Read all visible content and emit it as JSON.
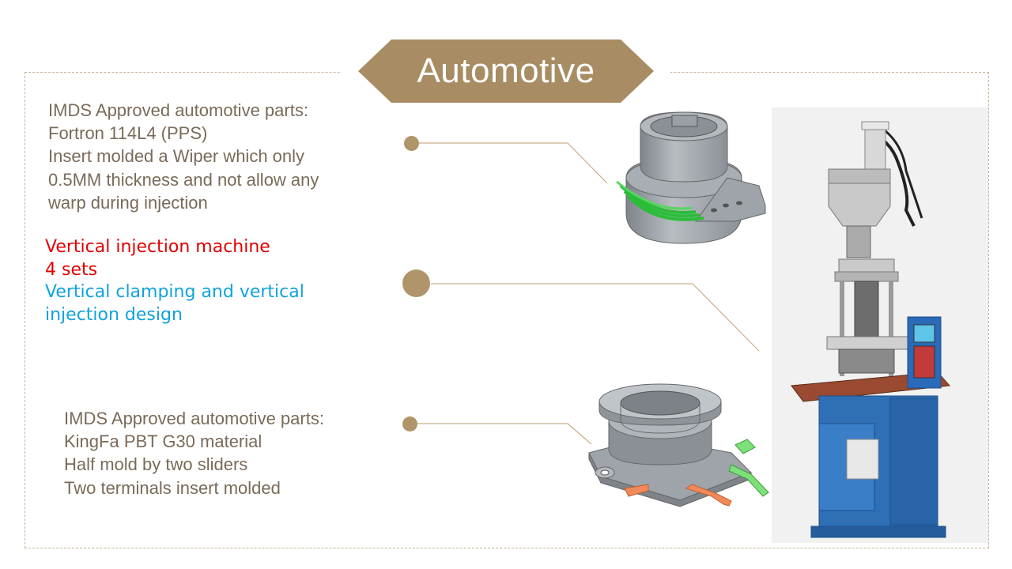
{
  "title": "Automotive",
  "block1": {
    "lines": [
      "IMDS Approved automotive parts:",
      "Fortron 114L4 (PPS)",
      "Insert molded a Wiper which only",
      "0.5MM thickness and not allow any",
      "warp during injection"
    ]
  },
  "block2": {
    "red_line1": "Vertical injection machine",
    "red_line2": "4 sets",
    "blue_line1": "Vertical clamping and vertical",
    "blue_line2": "injection design"
  },
  "block3": {
    "lines": [
      "IMDS Approved automotive parts:",
      "KingFa PBT G30 material",
      "Half mold by two sliders",
      "Two terminals insert molded"
    ]
  },
  "colors": {
    "banner": "#a88c63",
    "body_text": "#7a6a58",
    "red": "#e00000",
    "blue": "#10a3dc"
  }
}
